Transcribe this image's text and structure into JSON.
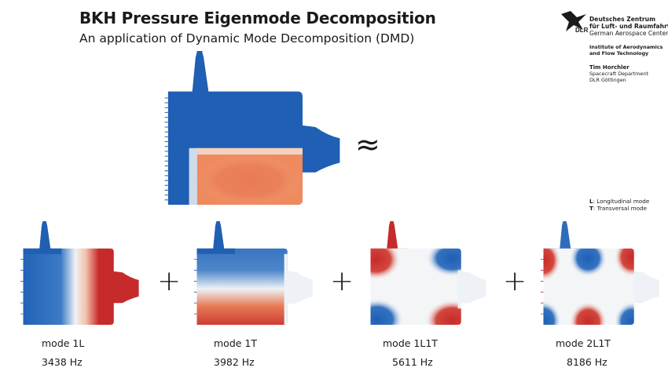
{
  "header": {
    "title": "BKH Pressure Eigenmode Decomposition",
    "subtitle": "An application of Dynamic Mode Decomposition (DMD)"
  },
  "institution": {
    "logo_text": "DLR",
    "name_line1": "Deutsches Zentrum",
    "name_line2": "für Luft- und Raumfahrt",
    "name_line3": "German Aerospace Center",
    "institute_line1": "Institute of Aerodynamics",
    "institute_line2": "and Flow Technology",
    "author": "Tim Horchler",
    "department": "Spacecraft Department",
    "location": "DLR Göttingen"
  },
  "legend": {
    "l_key": "L",
    "l_text": ": Longitudinal mode",
    "t_key": "T",
    "t_text": ": Transversal mode"
  },
  "operators": {
    "approx": "≈",
    "plus": "+"
  },
  "colors": {
    "blue": "#1f5fb4",
    "red": "#c62a2a",
    "white": "#f2f5f8",
    "orange": "#ef8a5e"
  },
  "modes": [
    {
      "name": "mode 1L",
      "freq": "3438 Hz"
    },
    {
      "name": "mode 1T",
      "freq": "3982 Hz"
    },
    {
      "name": "mode 1L1T",
      "freq": "5611 Hz"
    },
    {
      "name": "mode 2L1T",
      "freq": "8186 Hz"
    }
  ]
}
